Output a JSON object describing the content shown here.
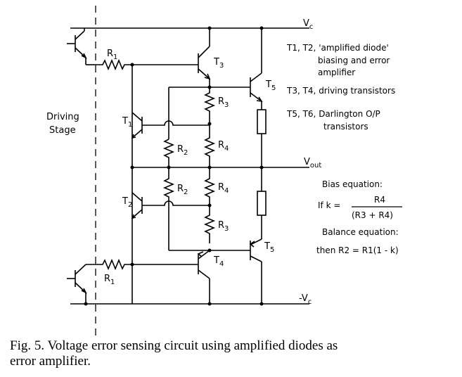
{
  "labels": {
    "vc": "V",
    "vc_sub": "c",
    "neg_vc": "-V",
    "neg_vc_sub": "c",
    "vout": "V",
    "vout_sub": "out",
    "driving_line1": "Driving",
    "driving_line2": "Stage",
    "r1_top": "R",
    "r1_top_sub": "1",
    "r1_bot": "R",
    "r1_bot_sub": "1",
    "r2_top": "R",
    "r2_top_sub": "2",
    "r2_bot": "R",
    "r2_bot_sub": "2",
    "r3_top": "R",
    "r3_top_sub": "3",
    "r3_bot": "R",
    "r3_bot_sub": "3",
    "r4_top": "R",
    "r4_top_sub": "4",
    "r4_bot": "R",
    "r4_bot_sub": "4",
    "t1": "T",
    "t1_sub": "1",
    "t2": "T",
    "t2_sub": "2",
    "t3": "T",
    "t3_sub": "3",
    "t4": "T",
    "t4_sub": "4",
    "t5": "T",
    "t5_sub": "5",
    "t6": "T",
    "t6_sub": "5"
  },
  "legend": {
    "line1": "T1, T2, 'amplified diode'",
    "line2": "biasing and error",
    "line3": "amplifier",
    "line4": "T3, T4, driving transistors",
    "line5": "T5, T6, Darlington O/P",
    "line6": "transistors"
  },
  "equations": {
    "bias_title": "Bias equation:",
    "if_k": "If  k =",
    "numerator": "R4",
    "denominator": "(R3 + R4)",
    "balance_title": "Balance equation:",
    "then": "then  R2 = R1(1 - k)"
  },
  "caption": {
    "line1": "Fig.  5.  Voltage error sensing circuit using amplified diodes as",
    "line2": "error amplifier."
  }
}
